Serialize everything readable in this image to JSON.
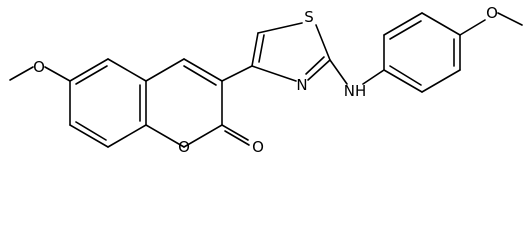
{
  "molecule": {
    "atoms": {
      "o_methoxy_left": "O",
      "o_ring": "O",
      "o_carbonyl": "O",
      "s_thiazole": "S",
      "n_thiazole": "N",
      "nh_amine": "NH",
      "o_methoxy_right": "O"
    },
    "colors": {
      "bond": "#000000",
      "label": "#000000",
      "background": "#ffffff"
    }
  }
}
